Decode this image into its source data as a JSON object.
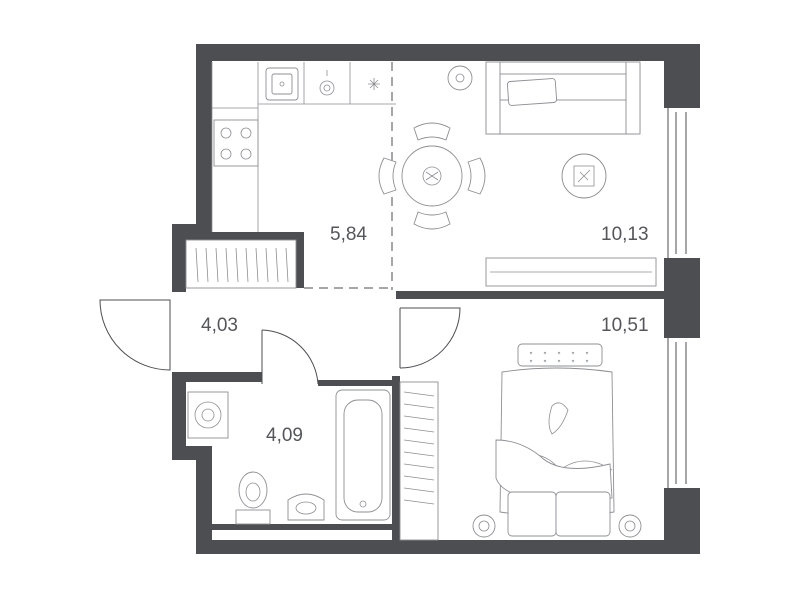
{
  "rooms": [
    {
      "id": "kitchen",
      "area": "5,84"
    },
    {
      "id": "living",
      "area": "10,13"
    },
    {
      "id": "bedroom",
      "area": "10,51"
    },
    {
      "id": "hall",
      "area": "4,03"
    },
    {
      "id": "bathroom",
      "area": "4,09"
    }
  ],
  "colors": {
    "wall": "#4d4e52",
    "furniture": "#8e8f93",
    "text": "#55565a"
  }
}
